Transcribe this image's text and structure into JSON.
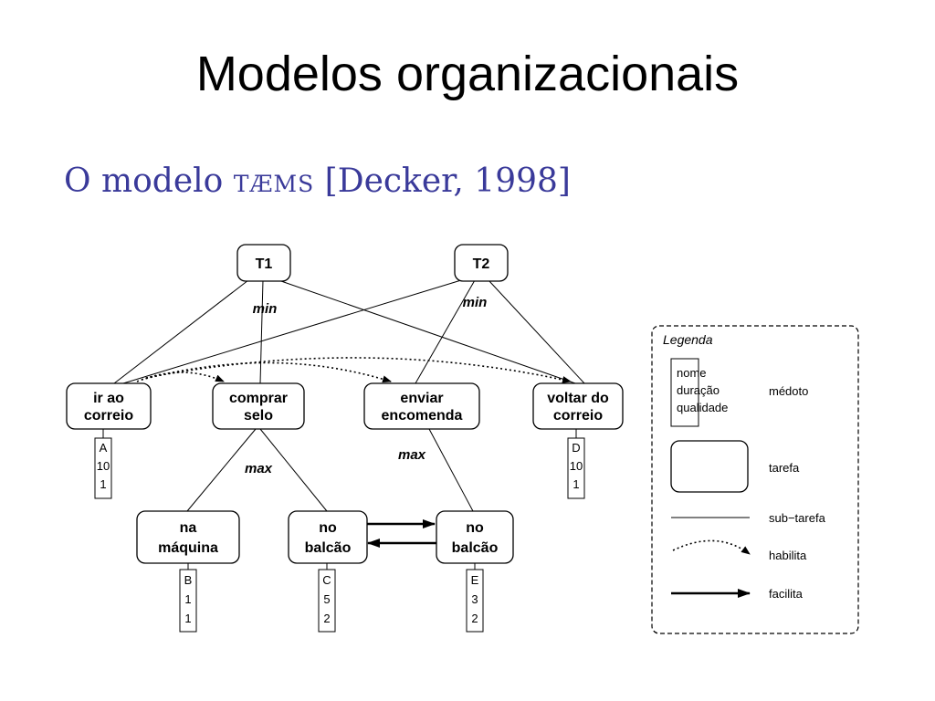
{
  "title": "Modelos organizacionais",
  "subtitle": {
    "prefix": "O modelo",
    "model": "TÆMS",
    "citation": "[Decker, 1998]"
  },
  "diagram": {
    "tasks": {
      "t1": "T1",
      "t2": "T2",
      "ir_line1": "ir ao",
      "ir_line2": "correio",
      "comprar_line1": "comprar",
      "comprar_line2": "selo",
      "enviar_line1": "enviar",
      "enviar_line2": "encomenda",
      "voltar_line1": "voltar do",
      "voltar_line2": "correio",
      "maquina_line1": "na",
      "maquina_line2": "máquina",
      "balcao1_line1": "no",
      "balcao1_line2": "balcão",
      "balcao2_line1": "no",
      "balcao2_line2": "balcão"
    },
    "qaf": {
      "t1": "min",
      "t2": "min",
      "comprar": "max",
      "enviar": "max"
    },
    "methods": {
      "A": {
        "name": "A",
        "duration": "10",
        "quality": "1"
      },
      "D": {
        "name": "D",
        "duration": "10",
        "quality": "1"
      },
      "B": {
        "name": "B",
        "duration": "1",
        "quality": "1"
      },
      "C": {
        "name": "C",
        "duration": "5",
        "quality": "2"
      },
      "E": {
        "name": "E",
        "duration": "3",
        "quality": "2"
      }
    }
  },
  "legend": {
    "title": "Legenda",
    "method_fields": [
      "nome",
      "duração",
      "qualidade"
    ],
    "method_label": "médoto",
    "task_label": "tarefa",
    "subtask_label": "sub−tarefa",
    "enables_label": "habilita",
    "facilitates_label": "facilita"
  }
}
